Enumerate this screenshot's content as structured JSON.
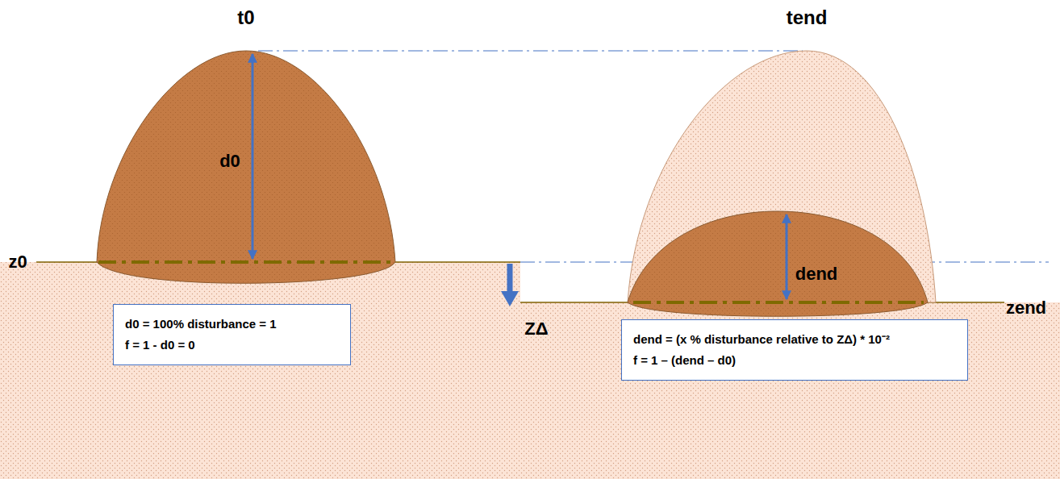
{
  "diagram": {
    "nodes": [
      {
        "text": [
          "d0 = 100% disturbance = 1",
          "f = 1 - d0 = 0"
        ]
      },
      {
        "text": [
          "dend = (x % disturbance relative to ZΔ) * 10⁻²",
          "f = 1 – (dend – d0)"
        ]
      }
    ],
    "labels": [
      "t0",
      "tend",
      "d0",
      "z0",
      "ZΔ",
      "dend",
      "zend"
    ]
  }
}
